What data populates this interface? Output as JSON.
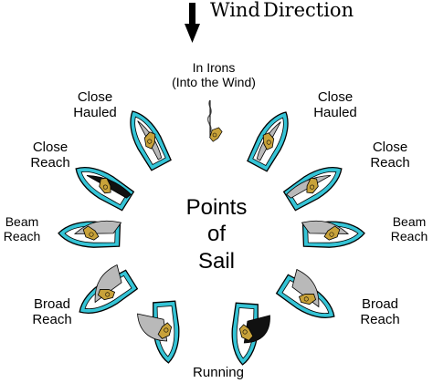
{
  "wind": {
    "title_word1": "Wind",
    "title_word2": "Direction",
    "arrow_icon": "down-arrow-icon"
  },
  "center": {
    "line1": "Points",
    "line2": "of",
    "line3": "Sail"
  },
  "labels": {
    "in_irons": {
      "line1": "In Irons",
      "line2": "(Into the Wind)"
    },
    "close_hauled_left": {
      "line1": "Close",
      "line2": "Hauled"
    },
    "close_hauled_right": {
      "line1": "Close",
      "line2": "Hauled"
    },
    "close_reach_left": {
      "line1": "Close",
      "line2": "Reach"
    },
    "close_reach_right": {
      "line1": "Close",
      "line2": "Reach"
    },
    "beam_reach_left": {
      "line1": "Beam",
      "line2": "Reach"
    },
    "beam_reach_right": {
      "line1": "Beam",
      "line2": "Reach"
    },
    "broad_reach_left": {
      "line1": "Broad",
      "line2": "Reach"
    },
    "broad_reach_right": {
      "line1": "Broad",
      "line2": "Reach"
    },
    "running": {
      "line1": "Running"
    }
  },
  "colors": {
    "hull": "#35c4d6",
    "deck": "#ffffff",
    "sail": "#b9b9b9",
    "sail_dark": "#111111",
    "crew": "#c8a23a",
    "outline": "#000000"
  }
}
